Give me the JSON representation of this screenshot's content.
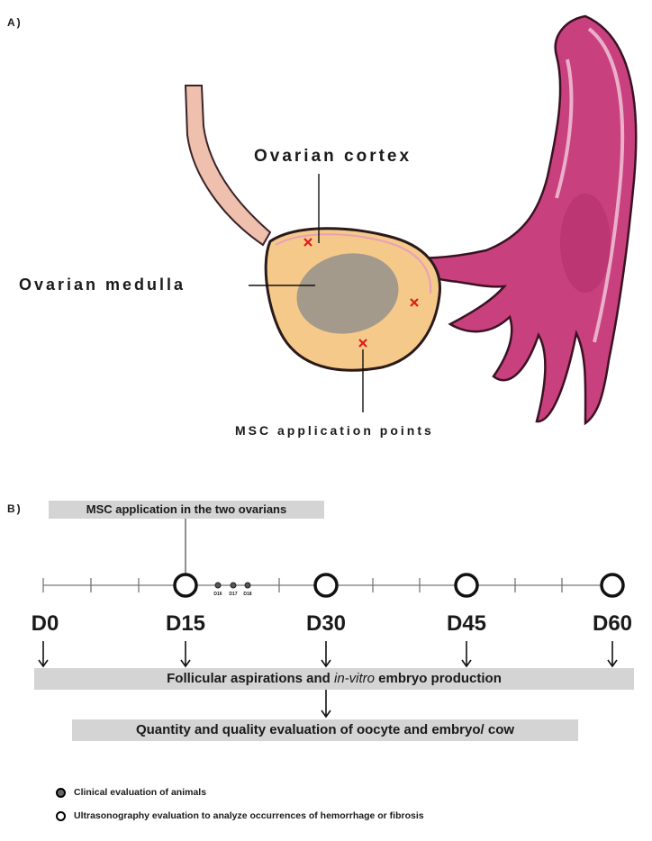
{
  "panel_a": {
    "label": "A)",
    "cortex_label": "Ovarian cortex",
    "medulla_label": "Ovarian medulla",
    "application_label": "MSC application points",
    "marker": "x"
  },
  "panel_b": {
    "label": "B)",
    "top_box": "MSC application in the two ovarians",
    "days": [
      "D0",
      "D15",
      "D30",
      "D45",
      "D60"
    ],
    "small_days": [
      "D16",
      "D17",
      "D18"
    ],
    "aspiration_text_before": "Follicular aspirations and ",
    "aspiration_text_italic": "in-vitro",
    "aspiration_text_after": " embryo production",
    "quality_box": "Quantity and quality evaluation of oocyte and embryo/ cow"
  },
  "legend": {
    "filled": "Clinical evaluation of animals",
    "open": "Ultrasonography evaluation to analyze occurrences of hemorrhage or fibrosis"
  },
  "colors": {
    "tube": "#c8407e",
    "tube_outline": "#f0c3d6",
    "ovary_fill": "#f5c98a",
    "medulla_fill": "#a39a8c",
    "marker": "#e01b1b",
    "box_fill": "#d4d4d4",
    "ligament": "#eec0ad"
  }
}
